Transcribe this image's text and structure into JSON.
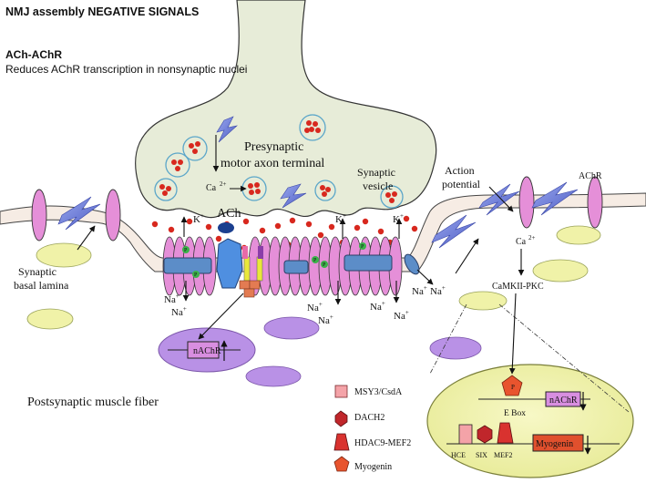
{
  "header": {
    "title": "NMJ assembly NEGATIVE SIGNALS",
    "subtitle": "ACh-AChR",
    "description": "Reduces AChR transcription in nonsynaptic nuclei"
  },
  "labels": {
    "presynaptic_line1": "Presynaptic",
    "presynaptic_line2": "motor axon terminal",
    "synaptic": "Synaptic",
    "vesicle": "vesicle",
    "ca_pre": "Ca",
    "ca_sup": "2+",
    "ach": "ACh",
    "action1": "Action",
    "action2": "potential",
    "achr": "AChR",
    "ca_post": "Ca",
    "camkii": "CaMKII-PKC",
    "basal1": "Synaptic",
    "basal2": "basal lamina",
    "k": "K",
    "na": "Na",
    "plus": "+",
    "p": "P",
    "nachr": "nAChR",
    "postsynaptic": "Postsynaptic muscle fiber",
    "ebox": "E Box",
    "myogenin_box": "Myogenin",
    "hce": "HCE",
    "six": "SIX",
    "mef2": "MEF2"
  },
  "legend": [
    {
      "label": "MSY3/CsdA",
      "shape": "square",
      "color": "#f4a3a8"
    },
    {
      "label": "DACH2",
      "shape": "hexagon",
      "color": "#c0262b"
    },
    {
      "label": "HDAC9-MEF2",
      "shape": "trapezoid",
      "color": "#d9322f"
    },
    {
      "label": "Myogenin",
      "shape": "pentagon",
      "color": "#e8542e"
    }
  ],
  "colors": {
    "terminal": "#e7ecd8",
    "receptor": "#e58fd8",
    "nucleus_yellow": "#f0f2a8",
    "nucleus_purple": "#b991e6",
    "channel_blue": "#5c8dc8",
    "vesicle_dot": "#d8281e",
    "membrane": "#f6ece4",
    "lightning": "#6f7fd6"
  }
}
